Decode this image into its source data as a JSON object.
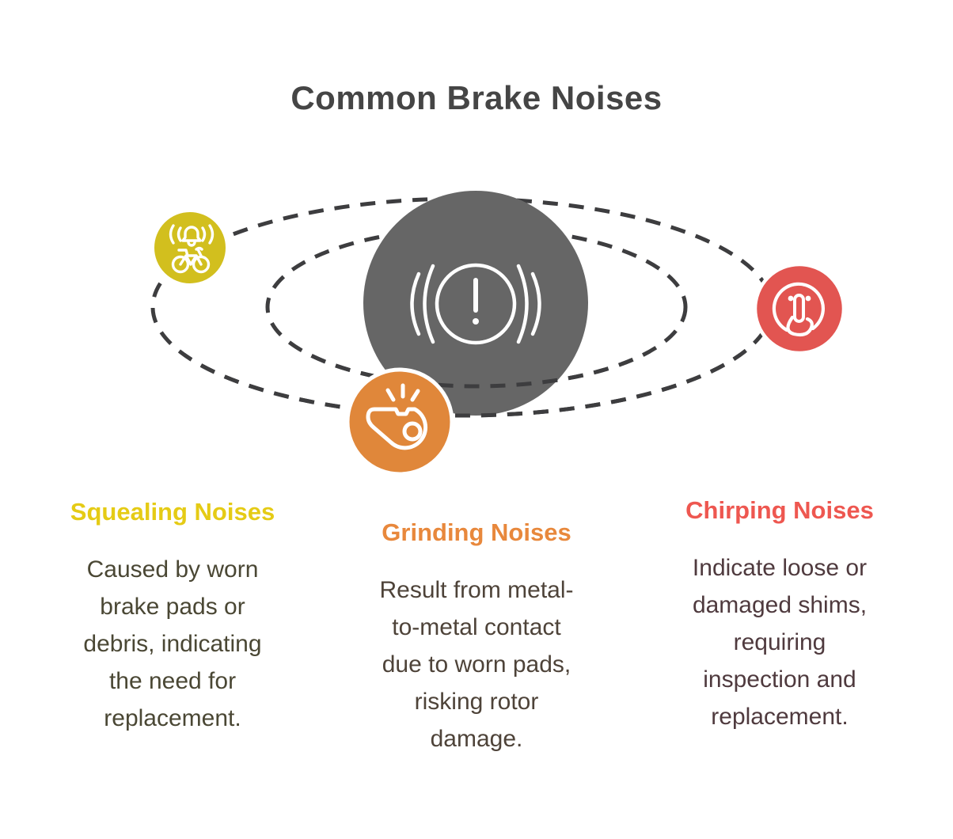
{
  "title": "Common Brake Noises",
  "colors": {
    "title": "#454545",
    "orbit": "#3d3d3f",
    "hub": "#666666",
    "squealing": "#d2bf1e",
    "squealing_heading": "#e5cb15",
    "body_squealing": "#4a4734",
    "grinding": "#e0873a",
    "grinding_heading": "#e8883c",
    "body_grinding": "#4e4339",
    "chirping": "#e25551",
    "chirping_heading": "#ee5750",
    "body_chirping": "#4f3a3e"
  },
  "diagram": {
    "hub_icon": "brake-warning-icon",
    "satellites": [
      {
        "id": "squealing",
        "icon": "bell-bicycle-icon"
      },
      {
        "id": "grinding",
        "icon": "whistle-icon"
      },
      {
        "id": "chirping",
        "icon": "shush-face-icon"
      }
    ]
  },
  "sections": [
    {
      "heading": "Squealing Noises",
      "body": "Caused by worn\nbrake pads or\ndebris, indicating\nthe need for\nreplacement."
    },
    {
      "heading": "Grinding Noises",
      "body": "Result from metal-\nto-metal contact\ndue to worn pads,\nrisking rotor\ndamage."
    },
    {
      "heading": "Chirping Noises",
      "body": "Indicate loose or\ndamaged shims,\nrequiring\ninspection and\nreplacement."
    }
  ]
}
